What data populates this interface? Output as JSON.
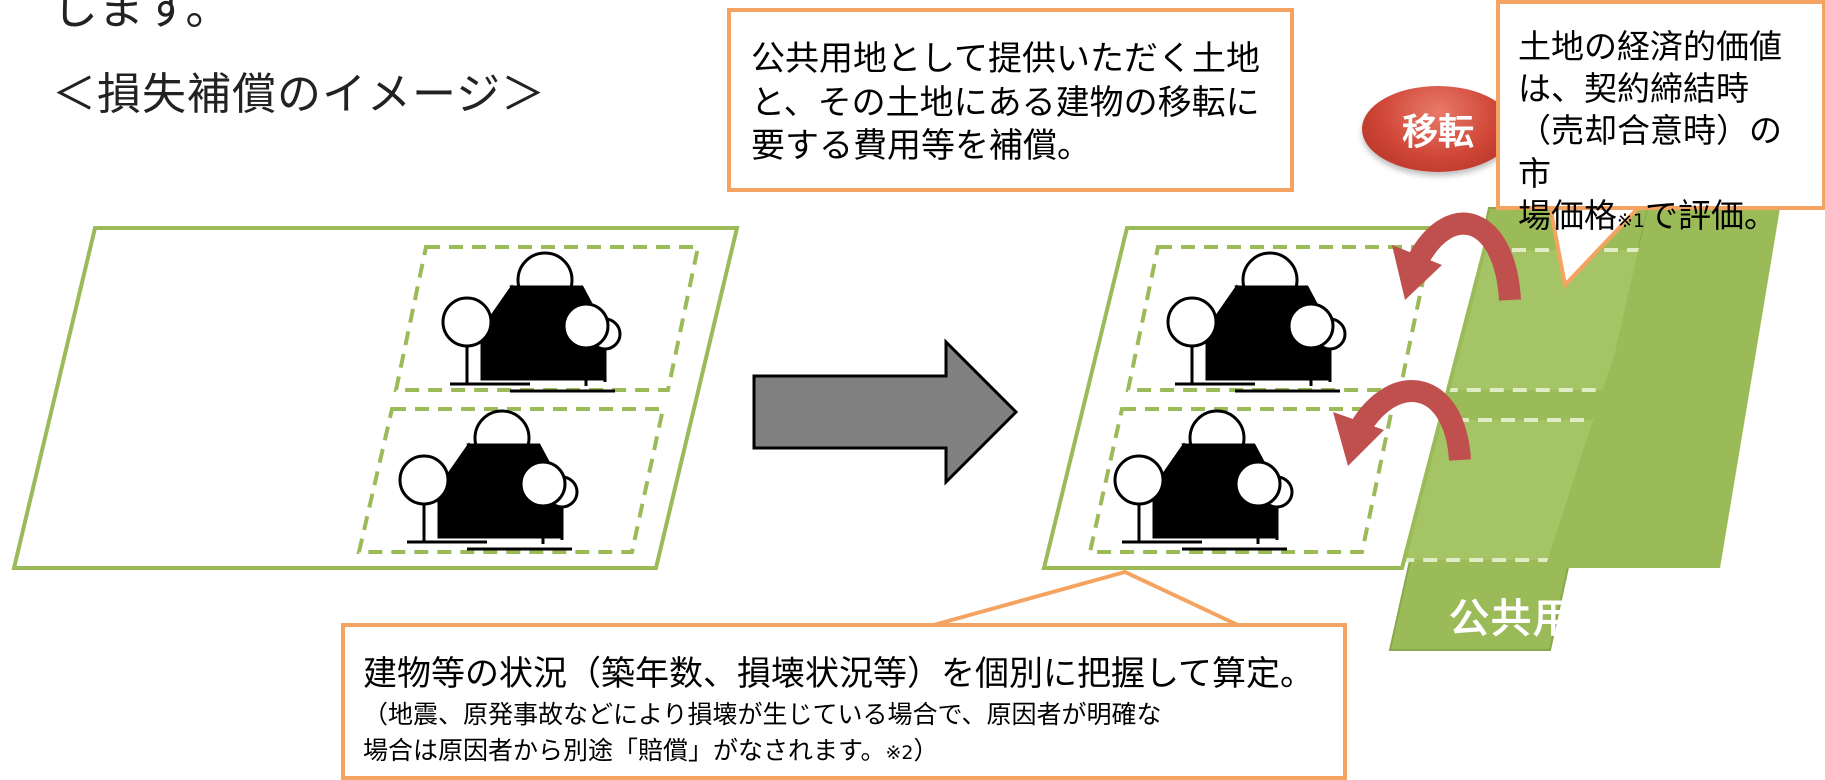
{
  "top_cut_text": "します。",
  "heading": "＜損失補償のイメージ＞",
  "callout_top": {
    "lines": [
      "公共用地として提供いただく土地",
      "と、その土地にある建物の移転に",
      "要する費用等を補償。"
    ]
  },
  "badge": "移転",
  "callout_right": {
    "lines": [
      "土地の経済的価値",
      "は、契約締結時",
      "（売却合意時）の市"
    ],
    "line4_pre": "場価格",
    "line4_note": "※1",
    "line4_post": "で評価。"
  },
  "callout_bottom": {
    "main": "建物等の状況（築年数、損壊状況等）を個別に把握して算定。",
    "sub_line1": "（地震、原発事故などにより損壊が生じている場合で、原因者が明確な",
    "sub_line2_pre": "場合は原因者から別途「賠償」がなされます。",
    "sub_line2_note": "※2",
    "sub_line2_post": "）"
  },
  "public_land_label": "公共用地",
  "colors": {
    "land_border": "#9bbb59",
    "public_land_fill": "#9bbb59",
    "callout_border": "#f4a460",
    "badge_fill": "#c0392b",
    "arrow_fill": "#808080",
    "curved_arrow": "#c0504d"
  },
  "icons": [
    "house-with-trees-icon",
    "house-with-trees-icon",
    "house-with-trees-icon",
    "house-with-trees-icon",
    "big-right-arrow",
    "curved-move-arrow"
  ]
}
